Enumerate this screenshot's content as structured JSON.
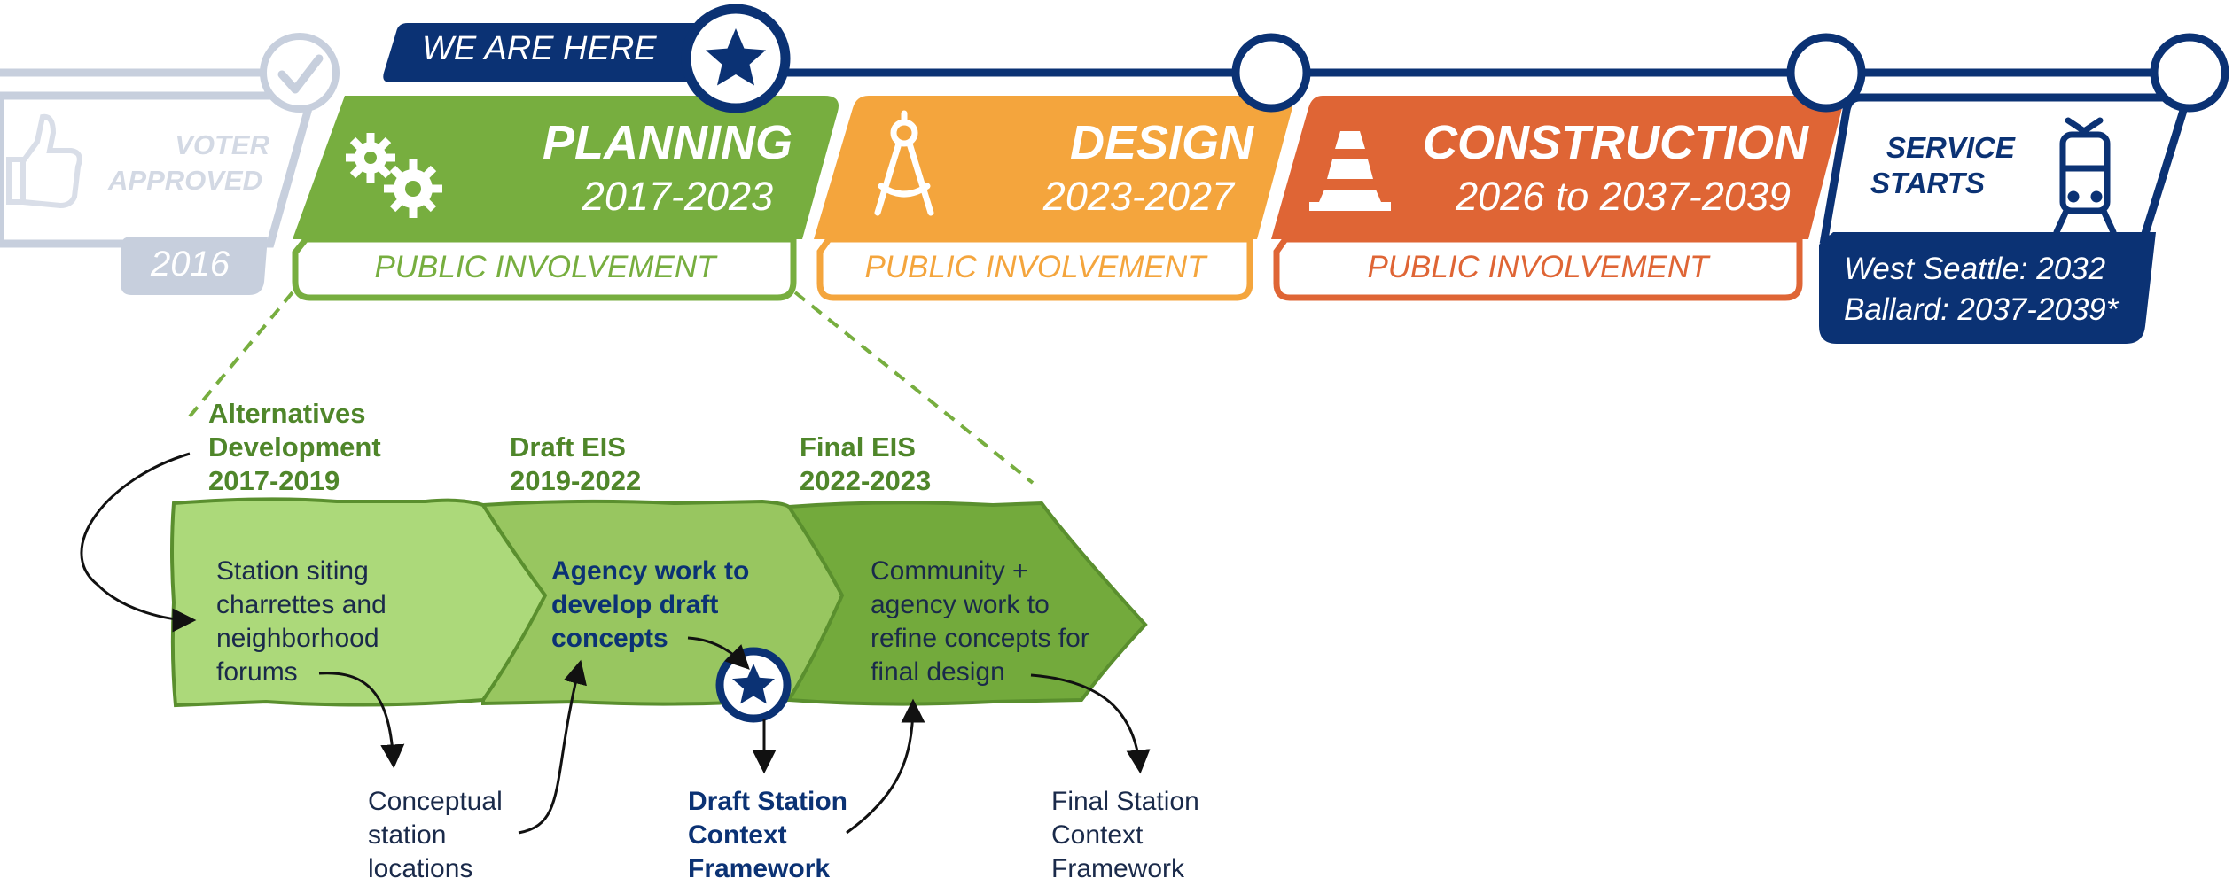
{
  "colors": {
    "navy": "#0b3274",
    "green": "#77ae3f",
    "green_dark": "#5a8f2e",
    "orange_design": "#f4a53d",
    "orange_construction": "#df6535",
    "faded": "#c7cfdd",
    "faded_text": "#ffffff",
    "stage1": "#acd97a",
    "stage2": "#98c660",
    "stage3": "#73aa3c"
  },
  "timeline": {
    "we_are_here": "WE ARE HERE",
    "voter": {
      "title_line1": "VOTER",
      "title_line2": "APPROVED",
      "year": "2016"
    },
    "planning": {
      "title": "PLANNING",
      "years": "2017-2023",
      "involvement": "PUBLIC INVOLVEMENT"
    },
    "design": {
      "title": "DESIGN",
      "years": "2023-2027",
      "involvement": "PUBLIC INVOLVEMENT"
    },
    "construction": {
      "title": "CONSTRUCTION",
      "years": "2026 to 2037-2039",
      "involvement": "PUBLIC INVOLVEMENT"
    },
    "service": {
      "title_line1": "SERVICE",
      "title_line2": "STARTS",
      "line1": "West Seattle: 2032",
      "line2": "Ballard: 2037-2039*"
    }
  },
  "planning_detail": {
    "phases": [
      {
        "heading": "Alternatives\nDevelopment\n2017-2019",
        "body": "Station siting\ncharrettes and\nneighborhood\nforums",
        "output": "Conceptual\nstation\nlocations"
      },
      {
        "heading": "Draft EIS\n2019-2022",
        "body": "Agency work to\ndevelop draft\nconcepts",
        "output": "Draft Station\nContext\nFramework"
      },
      {
        "heading": "Final EIS\n2022-2023",
        "body": "Community +\nagency work to\nrefine concepts for\nfinal design",
        "output": "Final Station\nContext\nFramework"
      }
    ]
  },
  "icons": [
    "check-icon",
    "star-icon",
    "thumbs-up-icon",
    "gears-icon",
    "compass-icon",
    "traffic-cone-icon",
    "train-icon"
  ]
}
